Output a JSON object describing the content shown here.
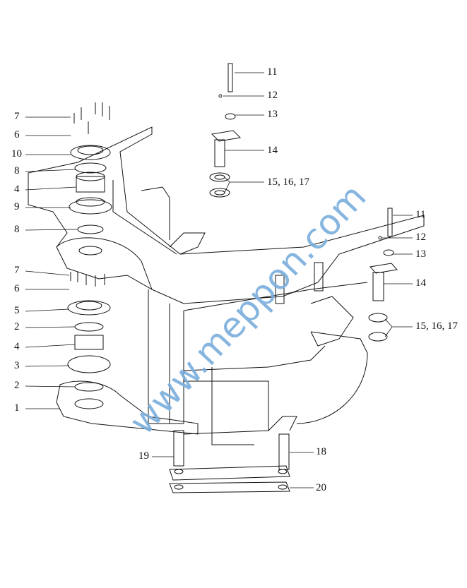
{
  "callouts_top_right": [
    "11",
    "12",
    "13",
    "14",
    "15, 16, 17"
  ],
  "callouts_right": [
    "11",
    "12",
    "13",
    "14",
    "15, 16, 17"
  ],
  "callouts_left": [
    "7",
    "6",
    "10",
    "8",
    "4",
    "9",
    "8",
    "7",
    "6",
    "5",
    "2",
    "4",
    "3",
    "2",
    "1"
  ],
  "callouts_bottom": [
    "19",
    "18",
    "20"
  ],
  "watermark": "www.meppon.com",
  "colors": {
    "line": "#111111",
    "watermark": "#7aaedc"
  }
}
